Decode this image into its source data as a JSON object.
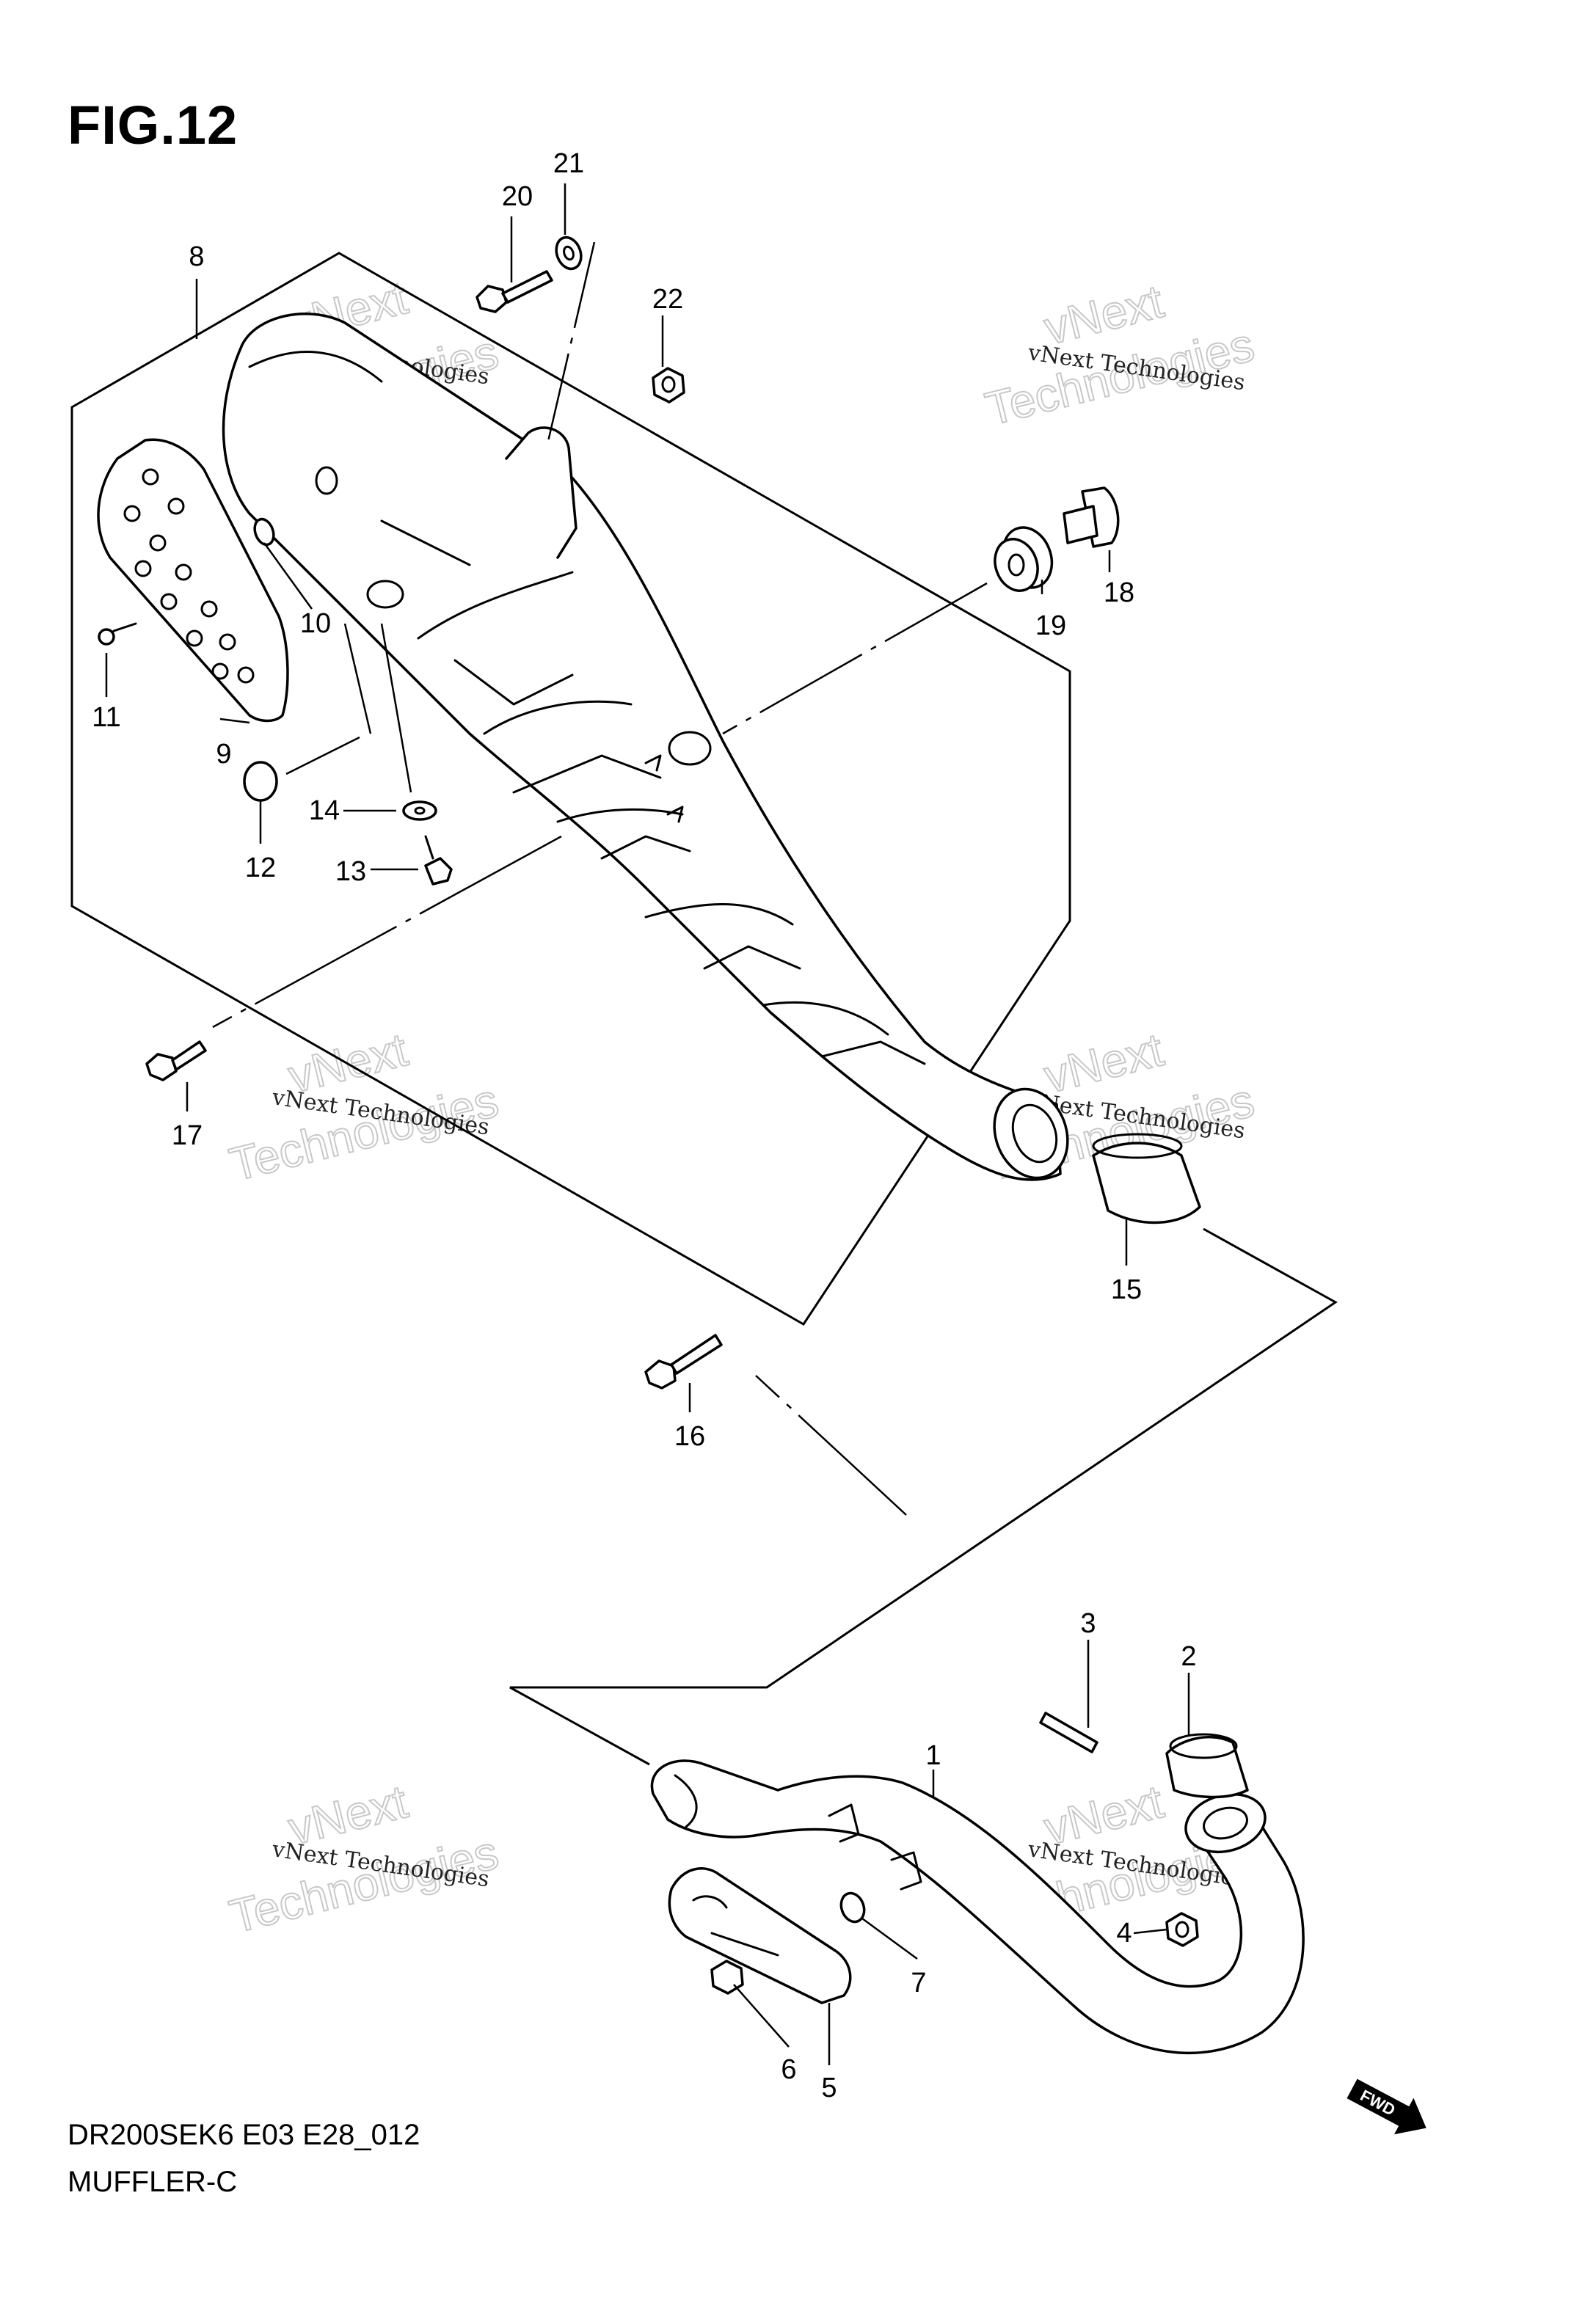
{
  "figure": {
    "title": "FIG.12",
    "code": "DR200SEK6 E03 E28_012",
    "name": "MUFFLER-C"
  },
  "watermark": {
    "small": "vNext Technologies",
    "big_top": "vNext",
    "big_bottom": "Technologies"
  },
  "callouts": [
    "1",
    "2",
    "3",
    "4",
    "5",
    "6",
    "7",
    "8",
    "9",
    "10",
    "11",
    "12",
    "13",
    "14",
    "15",
    "16",
    "17",
    "18",
    "19",
    "20",
    "21",
    "22"
  ],
  "fwd_label": "FWD"
}
